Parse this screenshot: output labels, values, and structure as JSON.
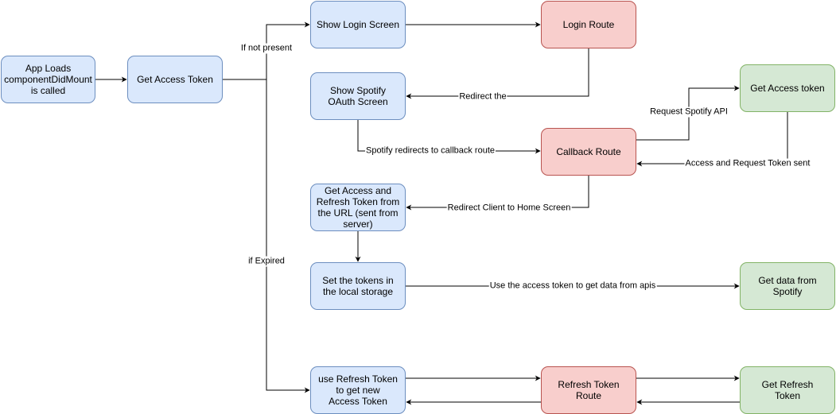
{
  "nodes": {
    "app_loads": "App Loads\ncomponentDidMount\nis called",
    "get_access_token": "Get Access Token",
    "show_login_screen": "Show Login Screen",
    "login_route": "Login Route",
    "show_spotify_oauth": "Show Spotify\nOAuth Screen",
    "get_access_token_green": "Get Access token",
    "callback_route": "Callback Route",
    "get_tokens_from_url": "Get Access and\nRefresh Token from\nthe URL (sent from\nserver)",
    "set_tokens_storage": "Set the tokens in\nthe local storage",
    "get_data_spotify": "Get data from Spotify",
    "use_refresh_token": "use Refresh Token\nto get new\nAccess Token",
    "refresh_token_route": "Refresh Token\nRoute",
    "get_refresh_token": "Get Refresh\nToken"
  },
  "edges": {
    "if_not_present": "If not present",
    "if_expired": "if Expired",
    "redirect_the": "Redirect the",
    "request_spotify_api": "Request Spotify API",
    "spotify_redirects": "Spotify redirects to callback route",
    "access_request_token_sent": "Access and Request Token sent",
    "redirect_client_home": "Redirect Client to Home Screen",
    "use_access_token": "Use the access token to get data from apis"
  },
  "colors": {
    "blue_fill": "#dae8fc",
    "blue_stroke": "#6c8ebf",
    "red_fill": "#f8cecc",
    "red_stroke": "#b85450",
    "green_fill": "#d5e8d4",
    "green_stroke": "#82b366"
  }
}
